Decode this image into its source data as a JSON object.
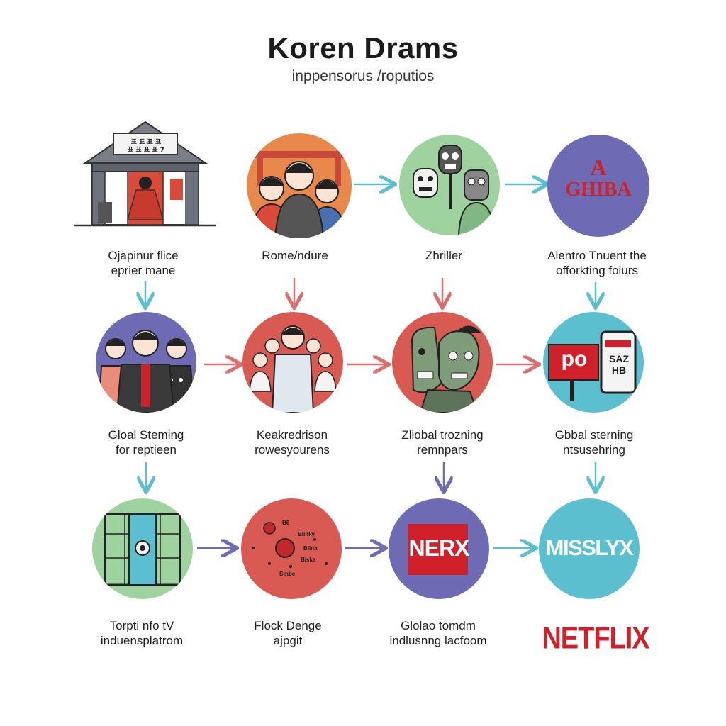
{
  "header": {
    "title": "Koren Drams",
    "subtitle": "inppensorus /roputios"
  },
  "row1": {
    "n1": {
      "line1": "Ojapinur flice",
      "line2": "eprier mane",
      "sign": "표 표 표 표",
      "sign2": "표 표 표 표 7"
    },
    "n2": {
      "line1": "Rome/ndure",
      "line2": ""
    },
    "n3": {
      "line1": "Zhriller",
      "line2": ""
    },
    "n4": {
      "line1": "Alentro Tnuent the",
      "line2": "offorkting folurs",
      "logo_top": "A",
      "logo_main": "GHIBA"
    }
  },
  "row2": {
    "n1": {
      "line1": "Gloal Steming",
      "line2": "for reptieen"
    },
    "n2": {
      "line1": "Keakredrison",
      "line2": "rowesyourens"
    },
    "n3": {
      "line1": "Zliobal trozning",
      "line2": "remnpars"
    },
    "n4": {
      "line1": "Gbbal sterning",
      "line2": "ntsusehring",
      "sign": "po",
      "phone_text": "SAZ HB"
    }
  },
  "row3": {
    "n1": {
      "line1": "Torpti nfo tV",
      "line2": "induensplatrom"
    },
    "n2": {
      "line1": "Flock Denge",
      "line2": "ajpgit",
      "tags": [
        "B6",
        "Blinky",
        "Blina",
        "Biska",
        "Stnbe"
      ]
    },
    "n3": {
      "line1": "Glolao tomdm",
      "line2": "indlusnng lacfoom",
      "logo": "NERX"
    },
    "n4": {
      "line1": "",
      "line2": "",
      "logo": "MISSLYX",
      "brand": "NETFLIX"
    }
  },
  "colors": {
    "teal": "#5bbfcf",
    "red": "#d95a52",
    "purple": "#6d6bb3",
    "green": "#9ed39f",
    "orange": "#e8884a",
    "pink_arrow": "#d97070",
    "blue_arrow": "#7a73c0",
    "netflix_red": "#d0202a"
  }
}
